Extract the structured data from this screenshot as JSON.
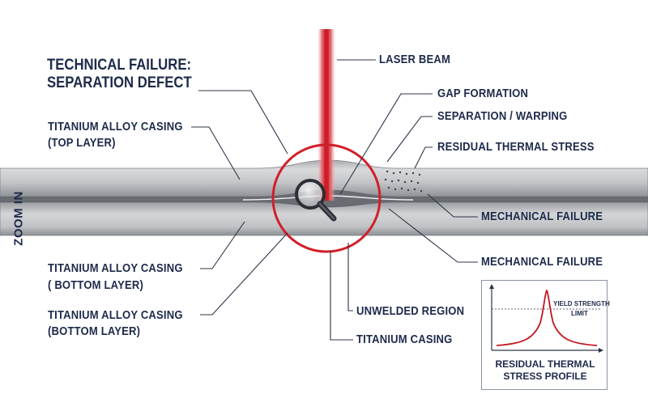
{
  "title_line1": "TECHNICAL FAILURE:",
  "title_line2": "SEPARATION DEFECT",
  "zoom_label": "ZOOM IN",
  "labels": {
    "laser_beam": "LASER BEAM",
    "gap_formation": "GAP FORMATION",
    "separation_warping": "SEPARATION / WARPING",
    "residual_thermal_stress": "RESIDUAL THERMAL STRESS",
    "mechanical_failure_1": "MECHANICAL FAILURE",
    "mechanical_failure_2": "MECHANICAL FAILURE",
    "top_layer_line1": "TITANIUM ALLOY CASING",
    "top_layer_line2": "(TOP LAYER)",
    "bottom_layer_a_line1": "TITANIUM ALLOY CASING",
    "bottom_layer_a_line2": "( BOTTOM LAYER)",
    "bottom_layer_b_line1": "TITANIUM ALLOY CASING",
    "bottom_layer_b_line2": "(BOTTOM LAYER)",
    "unwelded_region": "UNWELDED REGION",
    "titanium_casing": "TITANIUM CASING"
  },
  "inset": {
    "title": "RESIDUAL THERMAL\nSTRESS PROFILE",
    "threshold_label": "YIELD STRENGTH",
    "threshold_sublabel": "LIMIT"
  },
  "colors": {
    "navy": "#1d2a4a",
    "laser_red": "#d8232a",
    "metal_light": "#d9dadc",
    "metal_dark": "#8f9296"
  },
  "icons": [
    "magnifier-icon"
  ]
}
